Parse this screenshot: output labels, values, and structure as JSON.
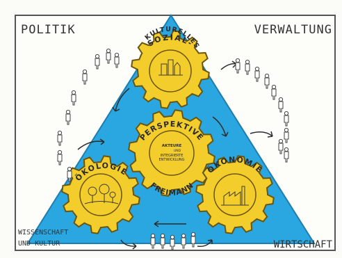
{
  "corners": {
    "top_left": "POLITIK",
    "top_right": "VERWALTUNG",
    "bottom_left_line1": "WISSENSCHAFT",
    "bottom_left_line2": "UND KULTUR",
    "bottom_right": "WIRTSCHAFT"
  },
  "gears": {
    "top": {
      "arc_line1": "SOZIAL-",
      "arc_line2": "KULTURELLES"
    },
    "center": {
      "arc_top": "PERSPEKTIVE",
      "arc_bottom": "FREIMANN",
      "inner_line1": "AKTEURE",
      "inner_line2": "UND",
      "inner_line3": "INTEGRIERTE",
      "inner_line4": "ENTWICKLUNG"
    },
    "left": {
      "arc": "ÖKOLOGIE"
    },
    "right": {
      "arc": "ÖKONOMIE"
    }
  },
  "colors": {
    "triangle": "#2aa7e0",
    "gear_fill": "#f3cd2c",
    "gear_stroke": "#6a5510",
    "ink": "#2b2b2b",
    "frame": "#444444"
  },
  "icons": [
    "person-icon",
    "arrow-icon",
    "building-icon",
    "tree-icon",
    "factory-icon"
  ]
}
